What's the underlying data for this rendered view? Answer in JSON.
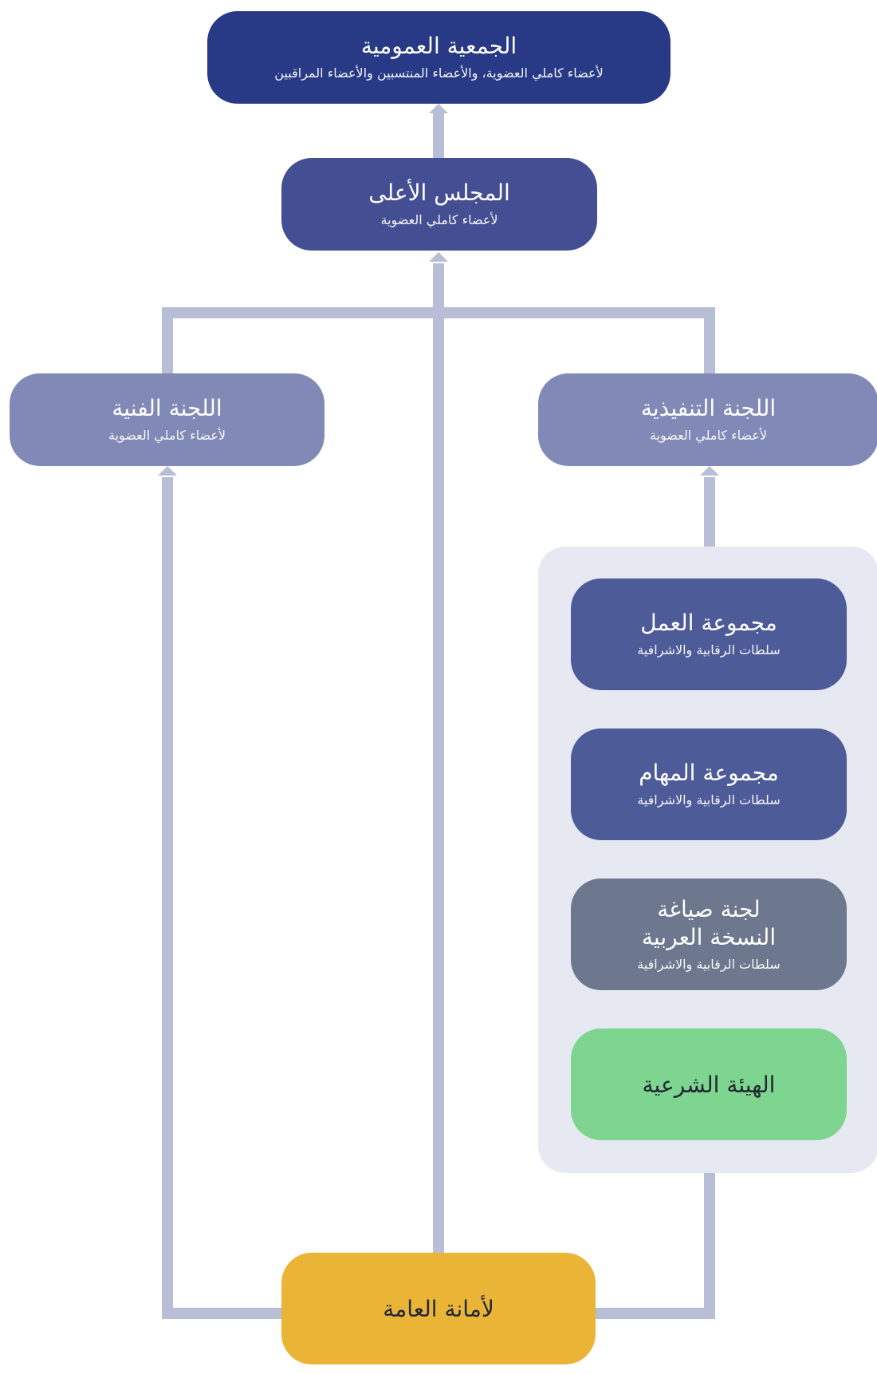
{
  "colors": {
    "connector": "#b8bed6",
    "panel": "#e6e9f2",
    "level1": "#283a85",
    "level2": "#434f92",
    "level3": "#8189b6",
    "group": "#4e5b99",
    "gray": "#6d778d",
    "green": "#7dd58f",
    "yellow": "#eab437"
  },
  "nodes": {
    "general_assembly": {
      "title": "الجمعية العمومية",
      "subtitle": "لأعضاء كاملي العضوية، والأعضاء المنتسبين والأعضاء المراقبين"
    },
    "supreme_council": {
      "title": "المجلس الأعلى",
      "subtitle": "لأعضاء كاملي العضوية"
    },
    "technical_committee": {
      "title": "اللجنة الفنية",
      "subtitle": "لأعضاء كاملي العضوية"
    },
    "executive_committee": {
      "title": "اللجنة التنفيذية",
      "subtitle": "لأعضاء كاملي العضوية"
    },
    "working_group": {
      "title": "مجموعة العمل",
      "subtitle": "سلطات الرقابية والاشرافية"
    },
    "task_group": {
      "title": "مجموعة المهام",
      "subtitle": "سلطات الرقابية والاشرافية"
    },
    "arabic_drafting_committee": {
      "title": "لجنة صياغة\nالنسخة العربية",
      "subtitle": "سلطات الرقابية والاشرافية"
    },
    "sharia_board": {
      "title": "الهيئة الشرعية"
    },
    "general_secretariat": {
      "title": "لأمانة العامة"
    }
  }
}
